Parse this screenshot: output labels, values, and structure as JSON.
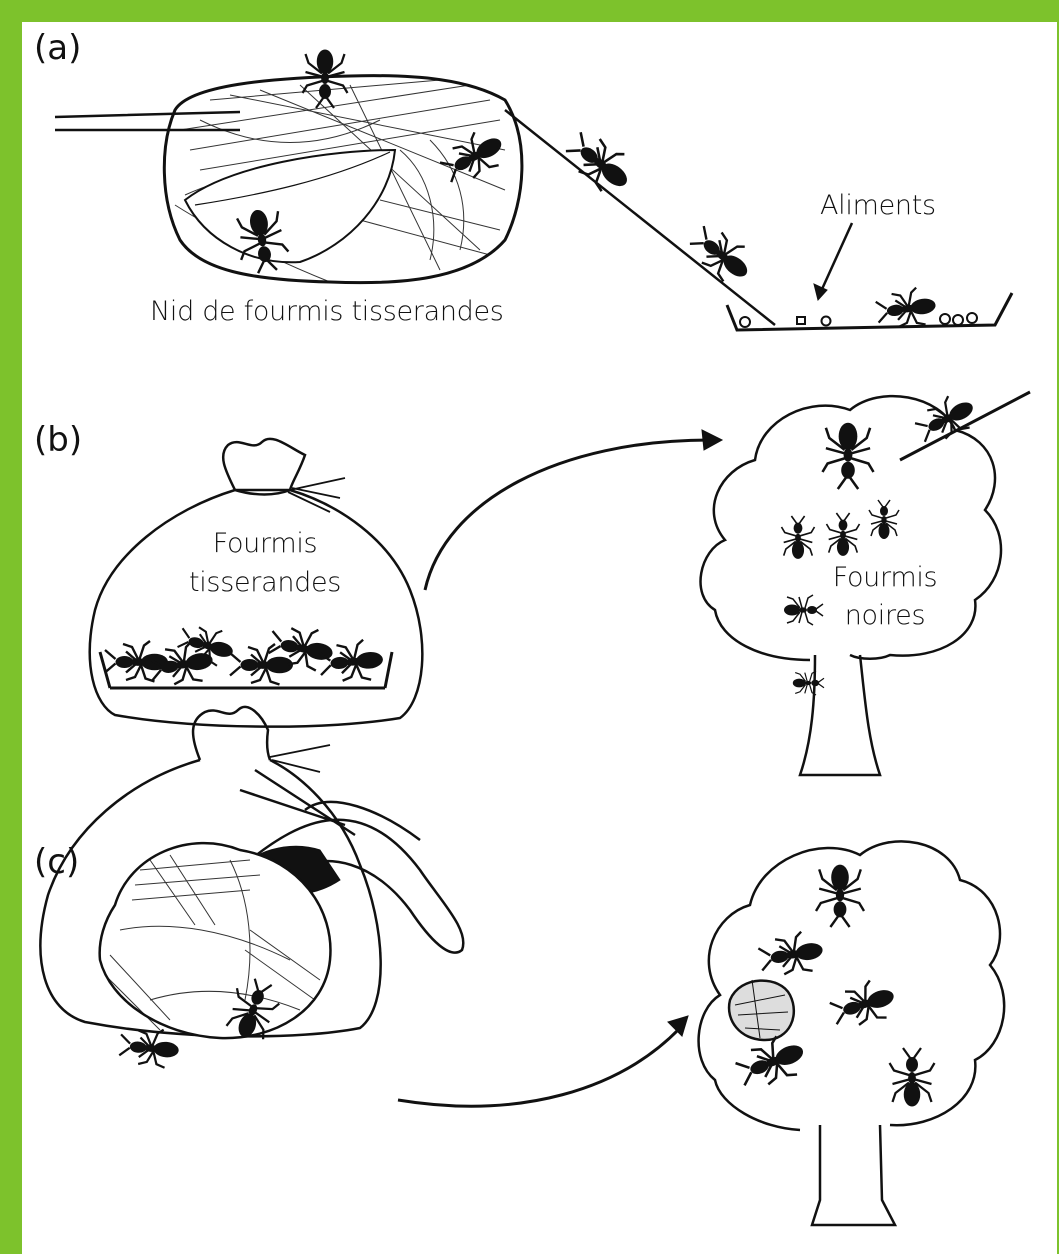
{
  "panels": [
    {
      "letter": "(a)",
      "labels": {
        "nest": "Nid de fourmis tisserandes",
        "food": "Aliments"
      }
    },
    {
      "letter": "(b)",
      "labels": {
        "bag_line1": "Fourmis",
        "bag_line2": "tisserandes",
        "tree_line1": "Fourmis",
        "tree_line2": "noires"
      }
    },
    {
      "letter": "(c)",
      "labels": {}
    }
  ],
  "colors": {
    "frame": "#7dc22c",
    "ink": "#111111"
  }
}
